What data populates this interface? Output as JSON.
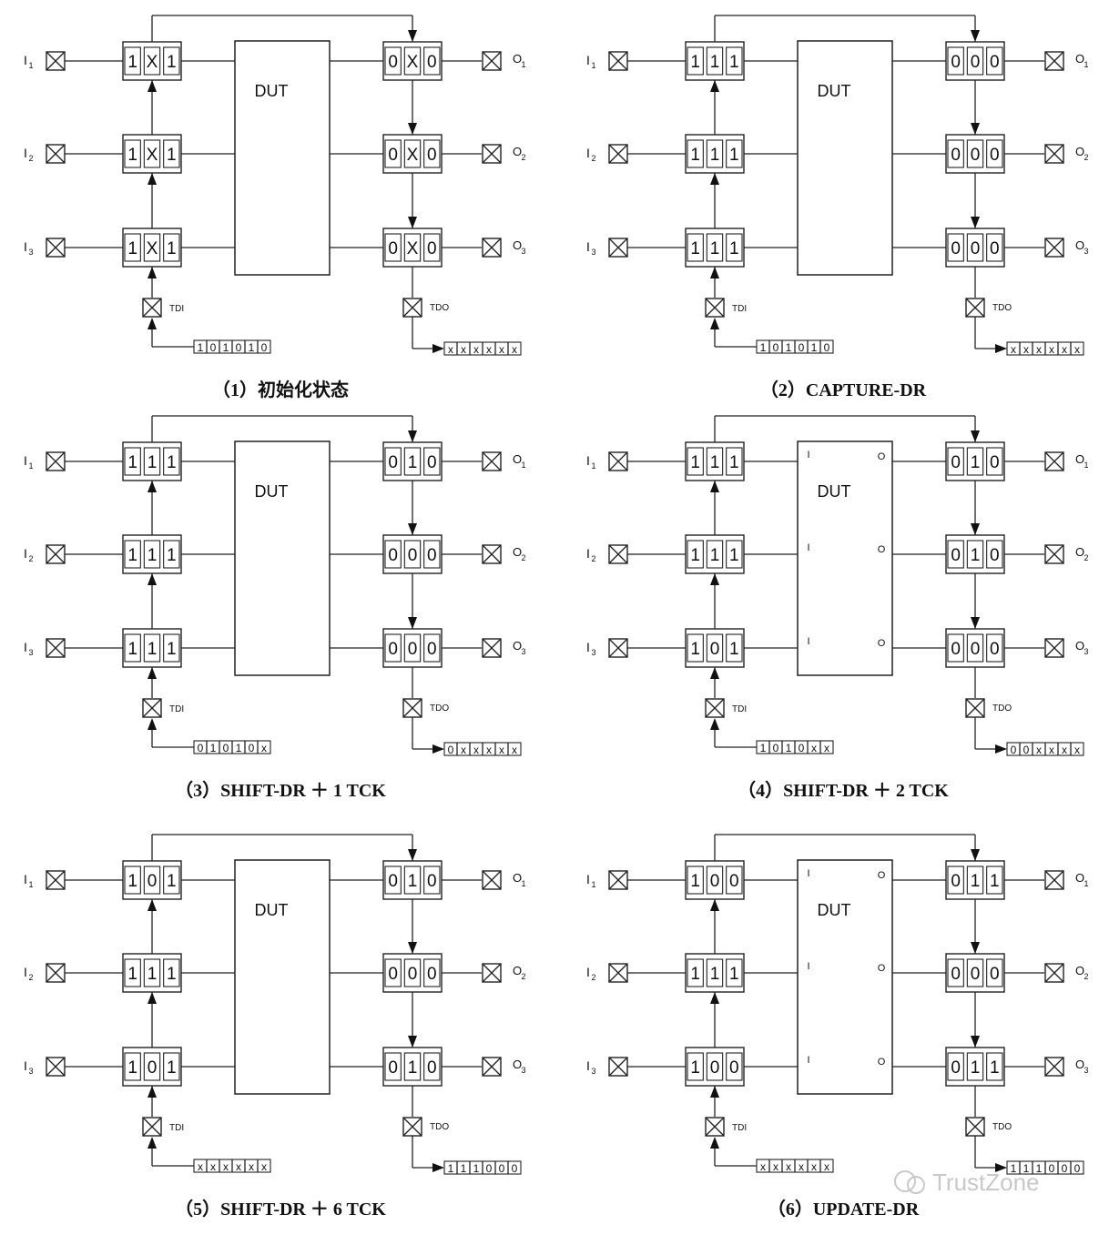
{
  "dut_label": "DUT",
  "tdi_label": "TDI",
  "tdo_label": "TDO",
  "input_labels": [
    "I",
    "I",
    "I"
  ],
  "output_labels": [
    "O",
    "O",
    "O"
  ],
  "pin_subscripts": [
    "1",
    "2",
    "3"
  ],
  "dut_pin_in": "I",
  "dut_pin_out": "O",
  "watermark": "TrustZone",
  "panels": [
    {
      "caption": "（1）初始化状态",
      "in_cells": [
        [
          "1",
          "X",
          "1"
        ],
        [
          "1",
          "X",
          "1"
        ],
        [
          "1",
          "X",
          "1"
        ]
      ],
      "out_cells": [
        [
          "0",
          "X",
          "0"
        ],
        [
          "0",
          "X",
          "0"
        ],
        [
          "0",
          "X",
          "0"
        ]
      ],
      "tdi_stream": [
        "1",
        "0",
        "1",
        "0",
        "1",
        "0"
      ],
      "tdo_stream": [
        "x",
        "x",
        "x",
        "x",
        "x",
        "x"
      ],
      "dut_pins": false
    },
    {
      "caption": "（2）CAPTURE-DR",
      "in_cells": [
        [
          "1",
          "1",
          "1"
        ],
        [
          "1",
          "1",
          "1"
        ],
        [
          "1",
          "1",
          "1"
        ]
      ],
      "out_cells": [
        [
          "0",
          "0",
          "0"
        ],
        [
          "0",
          "0",
          "0"
        ],
        [
          "0",
          "0",
          "0"
        ]
      ],
      "tdi_stream": [
        "1",
        "0",
        "1",
        "0",
        "1",
        "0"
      ],
      "tdo_stream": [
        "x",
        "x",
        "x",
        "x",
        "x",
        "x"
      ],
      "dut_pins": false
    },
    {
      "caption": "（3）SHIFT-DR ＋ 1 TCK",
      "in_cells": [
        [
          "1",
          "1",
          "1"
        ],
        [
          "1",
          "1",
          "1"
        ],
        [
          "1",
          "1",
          "1"
        ]
      ],
      "out_cells": [
        [
          "0",
          "1",
          "0"
        ],
        [
          "0",
          "0",
          "0"
        ],
        [
          "0",
          "0",
          "0"
        ]
      ],
      "tdi_stream": [
        "0",
        "1",
        "0",
        "1",
        "0",
        "x"
      ],
      "tdo_stream": [
        "0",
        "x",
        "x",
        "x",
        "x",
        "x"
      ],
      "dut_pins": false
    },
    {
      "caption": "（4）SHIFT-DR ＋ 2 TCK",
      "in_cells": [
        [
          "1",
          "1",
          "1"
        ],
        [
          "1",
          "1",
          "1"
        ],
        [
          "1",
          "0",
          "1"
        ]
      ],
      "out_cells": [
        [
          "0",
          "1",
          "0"
        ],
        [
          "0",
          "1",
          "0"
        ],
        [
          "0",
          "0",
          "0"
        ]
      ],
      "tdi_stream": [
        "1",
        "0",
        "1",
        "0",
        "x",
        "x"
      ],
      "tdo_stream": [
        "0",
        "0",
        "x",
        "x",
        "x",
        "x"
      ],
      "dut_pins": true
    },
    {
      "caption": "（5）SHIFT-DR ＋ 6 TCK",
      "in_cells": [
        [
          "1",
          "0",
          "1"
        ],
        [
          "1",
          "1",
          "1"
        ],
        [
          "1",
          "0",
          "1"
        ]
      ],
      "out_cells": [
        [
          "0",
          "1",
          "0"
        ],
        [
          "0",
          "0",
          "0"
        ],
        [
          "0",
          "1",
          "0"
        ]
      ],
      "tdi_stream": [
        "x",
        "x",
        "x",
        "x",
        "x",
        "x"
      ],
      "tdo_stream": [
        "1",
        "1",
        "1",
        "0",
        "0",
        "0"
      ],
      "dut_pins": false
    },
    {
      "caption": "（6）UPDATE-DR",
      "in_cells": [
        [
          "1",
          "0",
          "0"
        ],
        [
          "1",
          "1",
          "1"
        ],
        [
          "1",
          "0",
          "0"
        ]
      ],
      "out_cells": [
        [
          "0",
          "1",
          "1"
        ],
        [
          "0",
          "0",
          "0"
        ],
        [
          "0",
          "1",
          "1"
        ]
      ],
      "tdi_stream": [
        "x",
        "x",
        "x",
        "x",
        "x",
        "x"
      ],
      "tdo_stream": [
        "1",
        "1",
        "1",
        "0",
        "0",
        "0"
      ],
      "dut_pins": true
    }
  ]
}
